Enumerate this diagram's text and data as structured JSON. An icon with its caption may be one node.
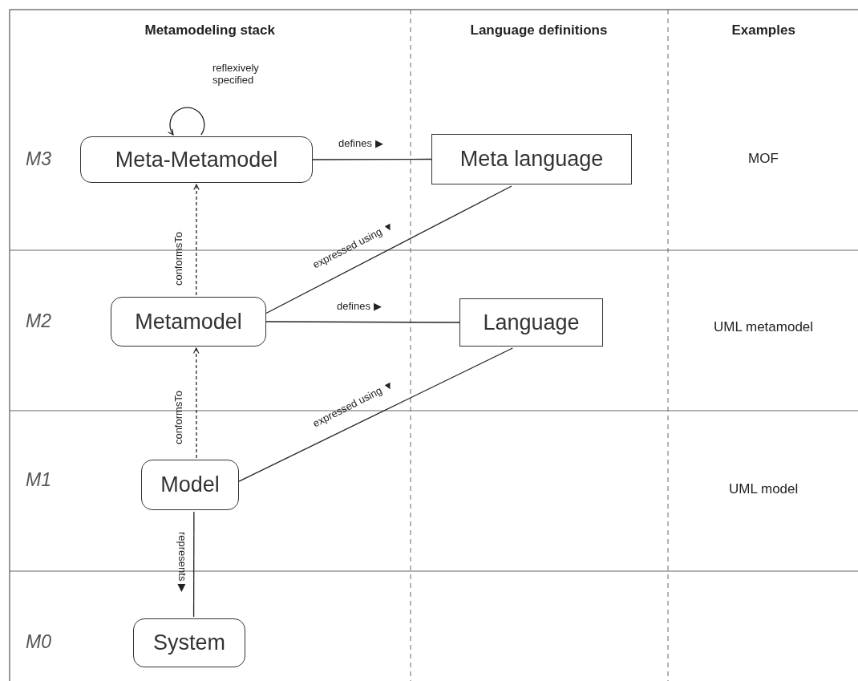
{
  "diagram": {
    "nodes": [
      {
        "text": [
          "Meta-Metamodel"
        ]
      },
      {
        "text": [
          "Meta language"
        ]
      },
      {
        "text": [
          "Metamodel"
        ]
      },
      {
        "text": [
          "Language"
        ]
      },
      {
        "text": [
          "Model"
        ]
      },
      {
        "text": [
          "System"
        ]
      }
    ],
    "edges": [
      {
        "from": 0,
        "to": 0,
        "arrow": "to",
        "label": "reflexively specified"
      },
      {
        "from": 0,
        "to": 1,
        "arrow": "none",
        "label": "defines ▶"
      },
      {
        "from": 2,
        "to": 0,
        "arrow": "to",
        "style": "dashed",
        "label": "conformsTo"
      },
      {
        "from": 2,
        "to": 1,
        "arrow": "none",
        "label": "expressed using ▼"
      },
      {
        "from": 2,
        "to": 3,
        "arrow": "none",
        "label": "defines ▶"
      },
      {
        "from": 4,
        "to": 2,
        "arrow": "to",
        "style": "dashed",
        "label": "conformsTo"
      },
      {
        "from": 4,
        "to": 3,
        "arrow": "none",
        "label": "expressed using ▼"
      },
      {
        "from": 4,
        "to": 5,
        "arrow": "none",
        "label": "represents ▶"
      }
    ],
    "labels": [
      "Metamodeling stack",
      "Language definitions",
      "Examples",
      "M3",
      "MOF",
      "M2",
      "UML metamodel",
      "M1",
      "UML model",
      "M0"
    ]
  }
}
